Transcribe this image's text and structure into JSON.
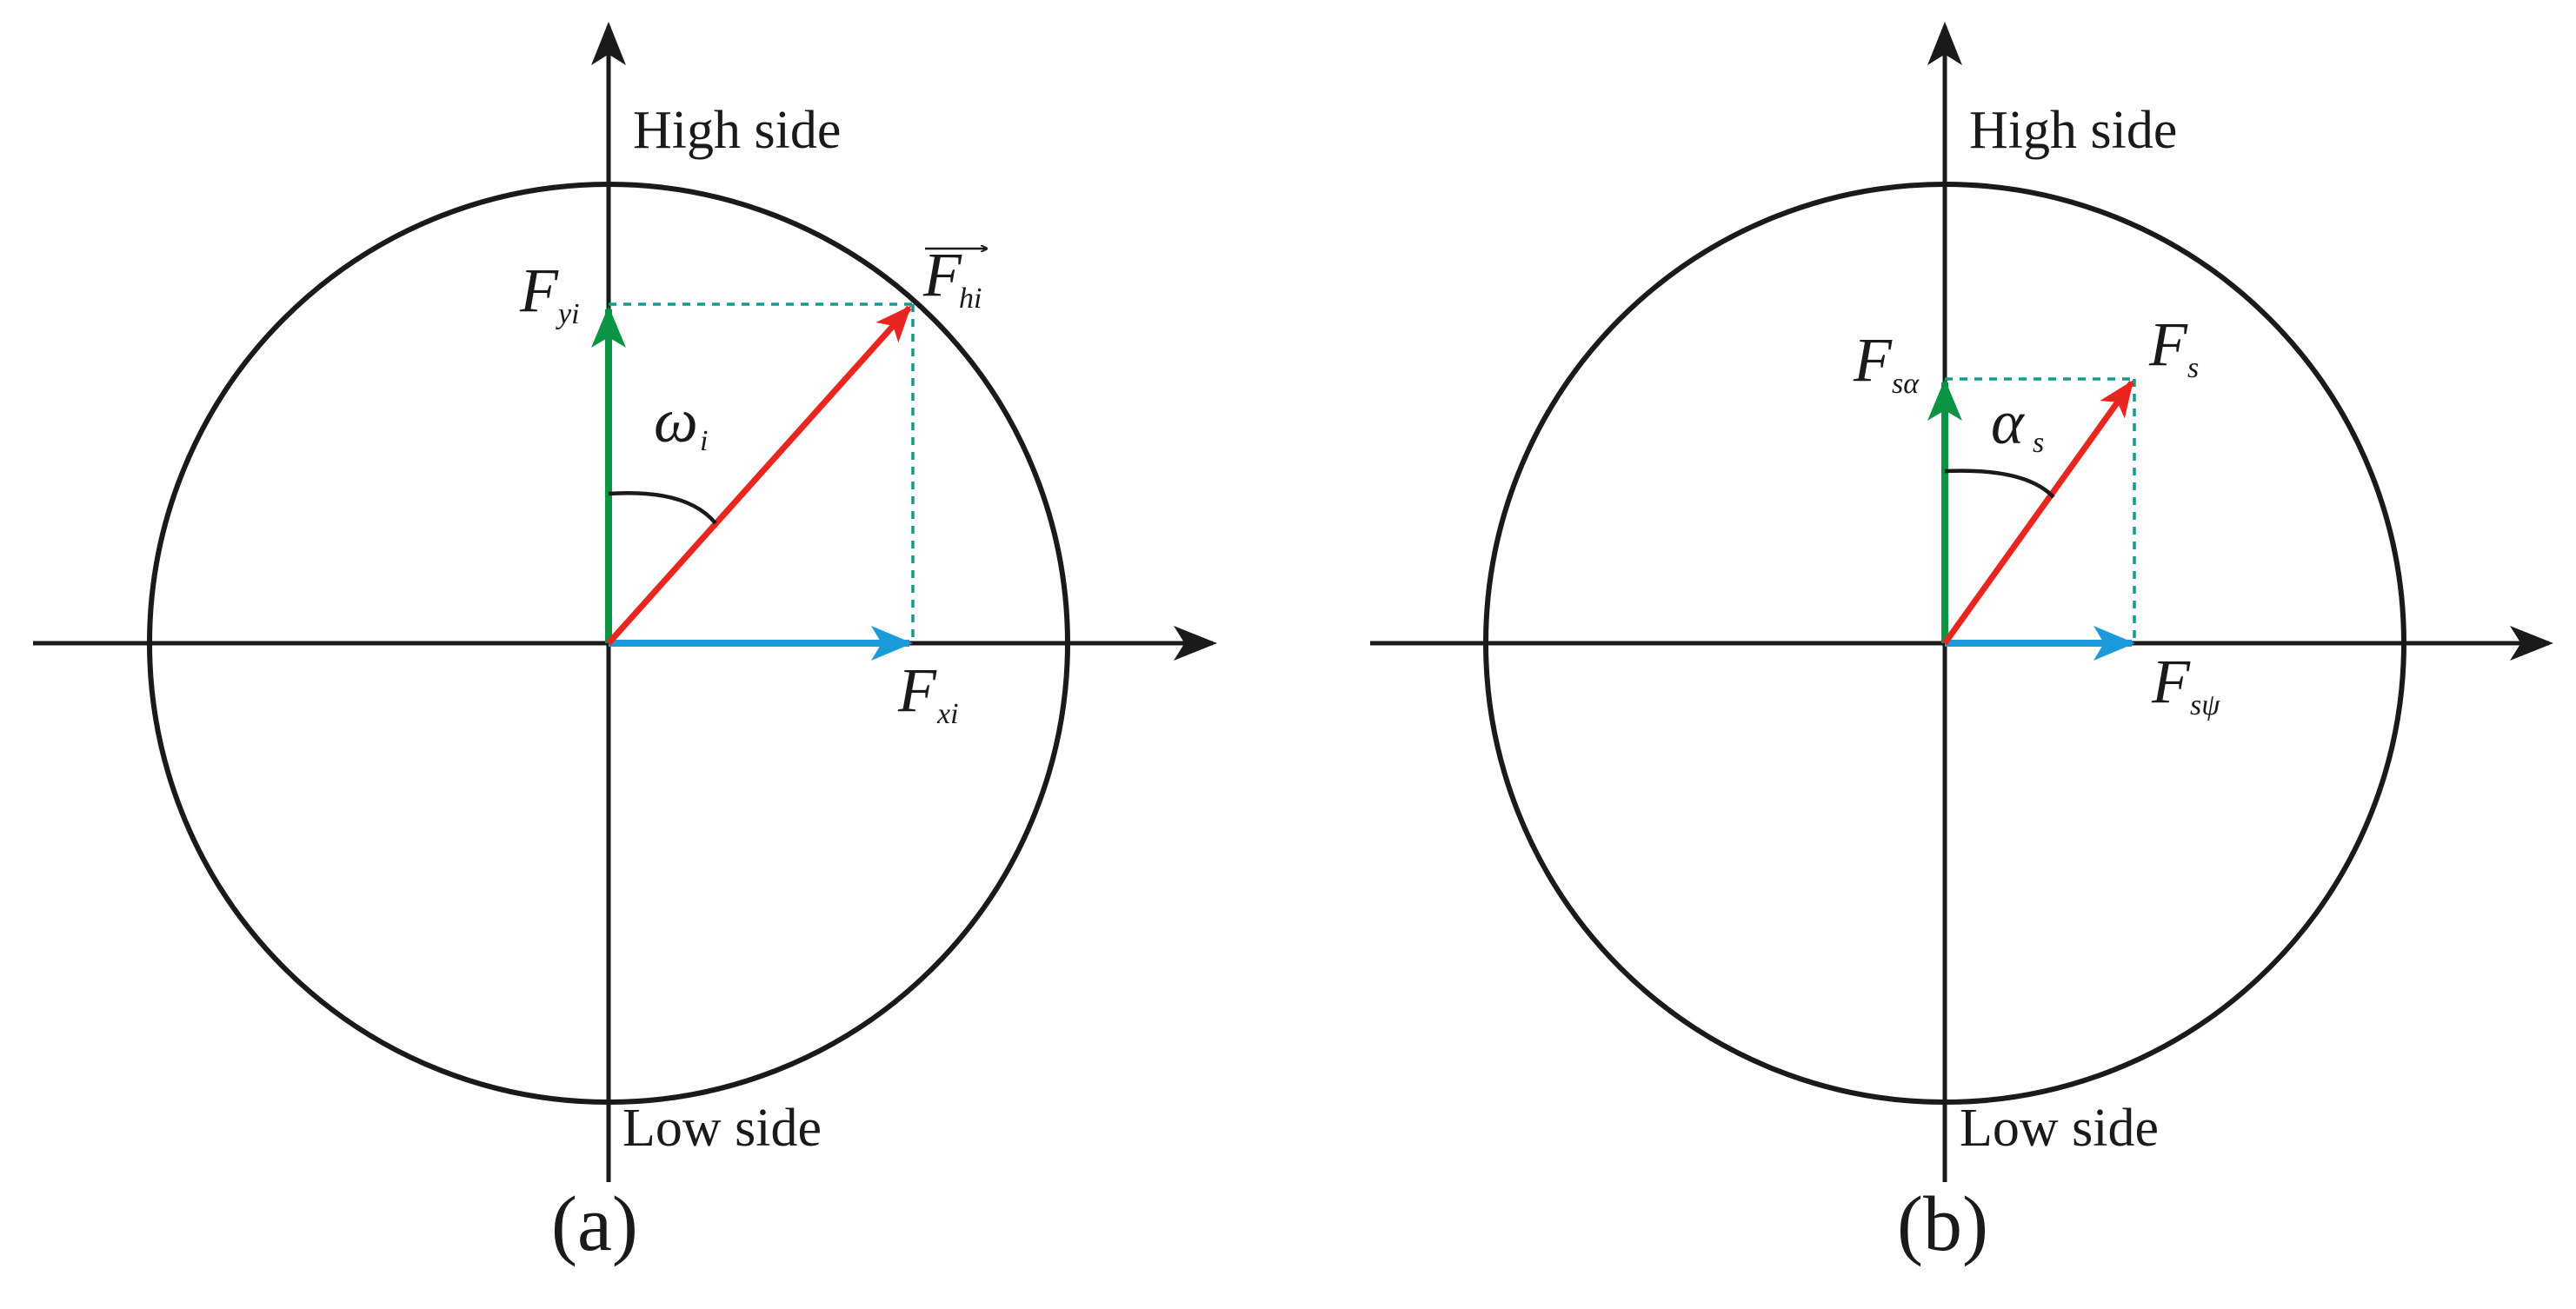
{
  "colors": {
    "ink": "#1a1a1a",
    "resultant": "#e8261f",
    "vertical_component": "#0b9444",
    "horizontal_component": "#1a9ad9",
    "projection_lines": "#139b8e"
  },
  "panels": [
    {
      "caption": "(a)",
      "high_label": "High side",
      "low_label": "Low side",
      "resultant": {
        "base": "F",
        "sub": "hi",
        "vector_arrow": true
      },
      "vertical": {
        "base": "F",
        "sub": "yi"
      },
      "horizontal": {
        "base": "F",
        "sub": "xi"
      },
      "angle": {
        "base": "ω",
        "sub": "i"
      }
    },
    {
      "caption": "(b)",
      "high_label": "High side",
      "low_label": "Low side",
      "resultant": {
        "base": "F",
        "sub": "s",
        "vector_arrow": false
      },
      "vertical": {
        "base": "F",
        "sub": "sα"
      },
      "horizontal": {
        "base": "F",
        "sub": "sψ"
      },
      "angle": {
        "base": "α",
        "sub": "s"
      }
    }
  ]
}
